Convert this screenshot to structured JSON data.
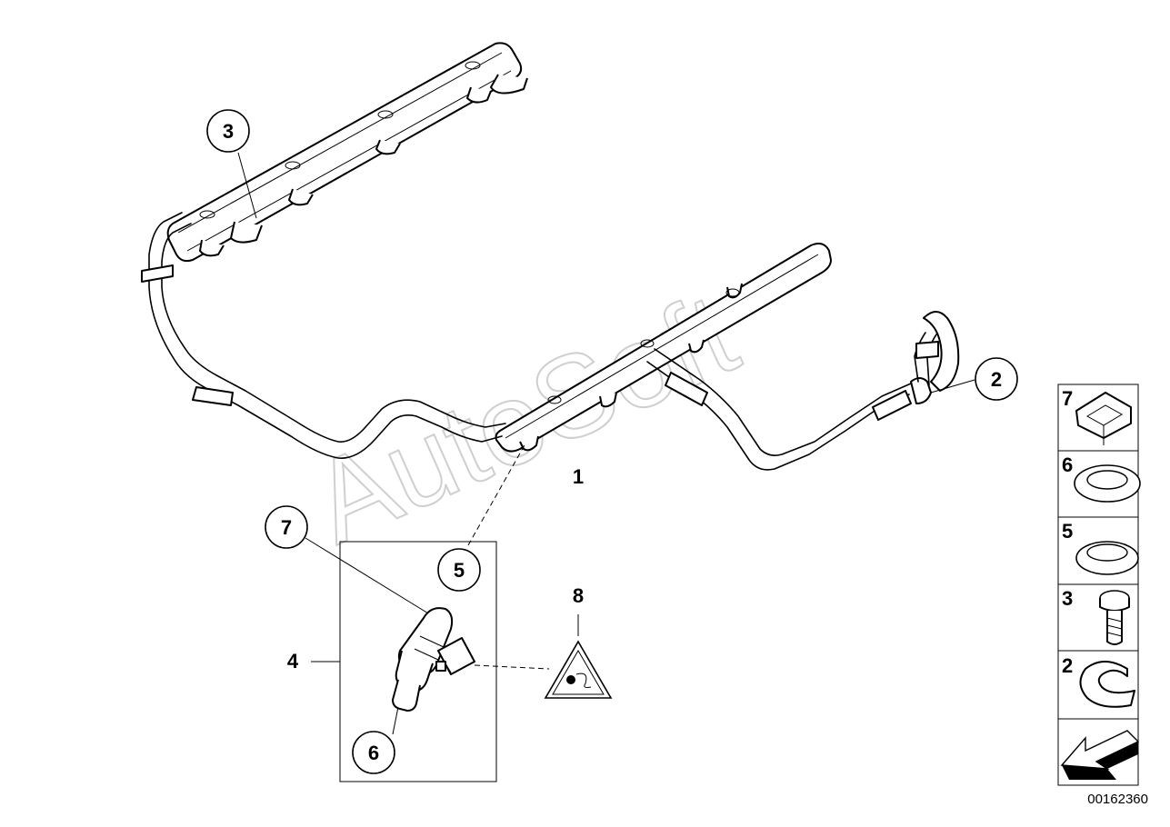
{
  "watermark": "AutoSoft",
  "callouts": [
    {
      "id": "callout-1",
      "label": "1"
    },
    {
      "id": "callout-2",
      "label": "2"
    },
    {
      "id": "callout-3",
      "label": "3"
    },
    {
      "id": "callout-4",
      "label": "4"
    },
    {
      "id": "callout-5",
      "label": "5"
    },
    {
      "id": "callout-6",
      "label": "6"
    },
    {
      "id": "callout-7",
      "label": "7"
    },
    {
      "id": "callout-8",
      "label": "8"
    }
  ],
  "parts_panel": [
    {
      "number": "7",
      "part": "clip-icon"
    },
    {
      "number": "6",
      "part": "seal-ring-icon"
    },
    {
      "number": "5",
      "part": "seal-ring-icon"
    },
    {
      "number": "3",
      "part": "screw-icon"
    },
    {
      "number": "2",
      "part": "retaining-clip-icon"
    },
    {
      "number": "",
      "part": "arrow-icon"
    }
  ],
  "reference_number": "00162360"
}
